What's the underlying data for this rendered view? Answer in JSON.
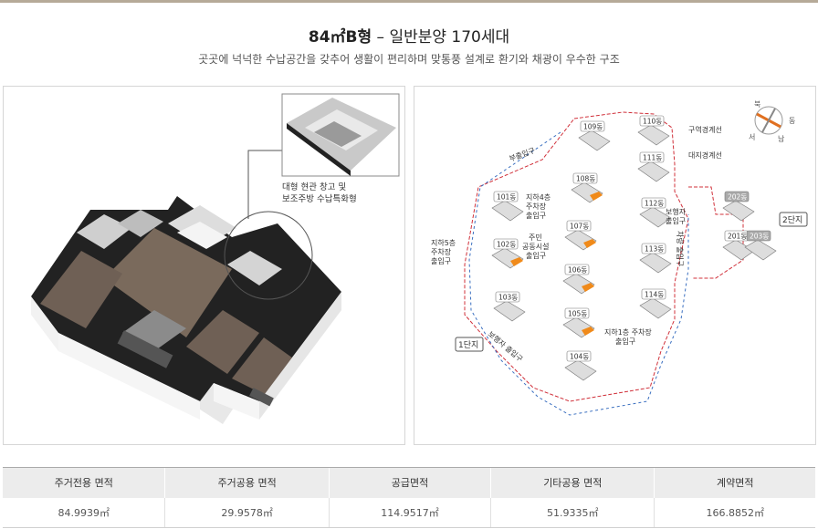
{
  "header": {
    "unit_type": "84㎡B형",
    "separator": "–",
    "supply_info": "일반분양 170세대",
    "description": "곳곳에 넉넉한 수납공간을 갖추어 생활이 편리하며 맞통풍 설계로 환기와 채광이 우수한 구조"
  },
  "floor_plan": {
    "callout": [
      "대형 현관 창고 및",
      "보조주방 수납특화형"
    ]
  },
  "site_map": {
    "buildings": [
      "101동",
      "102동",
      "103동",
      "104동",
      "105동",
      "106동",
      "107동",
      "108동",
      "109동",
      "110동",
      "111동",
      "112동",
      "113동",
      "114동",
      "201동",
      "202동",
      "203동"
    ],
    "labels": {
      "boundary_district": "구역경계선",
      "boundary_site": "대지경계선",
      "sub_entrance": "부출입구",
      "b4_parking": [
        "지하4층",
        "주차장",
        "출입구"
      ],
      "b5_parking": [
        "지하5층",
        "주차장",
        "출입구"
      ],
      "b1_parking": [
        "지하1층 주차장",
        "출입구"
      ],
      "community": [
        "주민",
        "공동시설",
        "출입구"
      ],
      "pedestrian_1": [
        "보행자",
        "출입구"
      ],
      "pedestrian_2": "보행자 출입구",
      "main_entrance": "차량 출입구",
      "complex_1": "1단지",
      "complex_2": "2단지"
    },
    "compass": {
      "north": "북",
      "east": "동",
      "south": "남",
      "west": "서"
    }
  },
  "area_table": {
    "headers": [
      "주거전용 면적",
      "주거공용 면적",
      "공급면적",
      "기타공용 면적",
      "계약면적"
    ],
    "values": [
      "84.9939㎡",
      "29.9578㎡",
      "114.9517㎡",
      "51.9335㎡",
      "166.8852㎡"
    ]
  },
  "colors": {
    "accent": "#b6aa98",
    "highlight": "#f08a1a",
    "boundary": "#d0303a",
    "road": "#3a6fc0"
  }
}
